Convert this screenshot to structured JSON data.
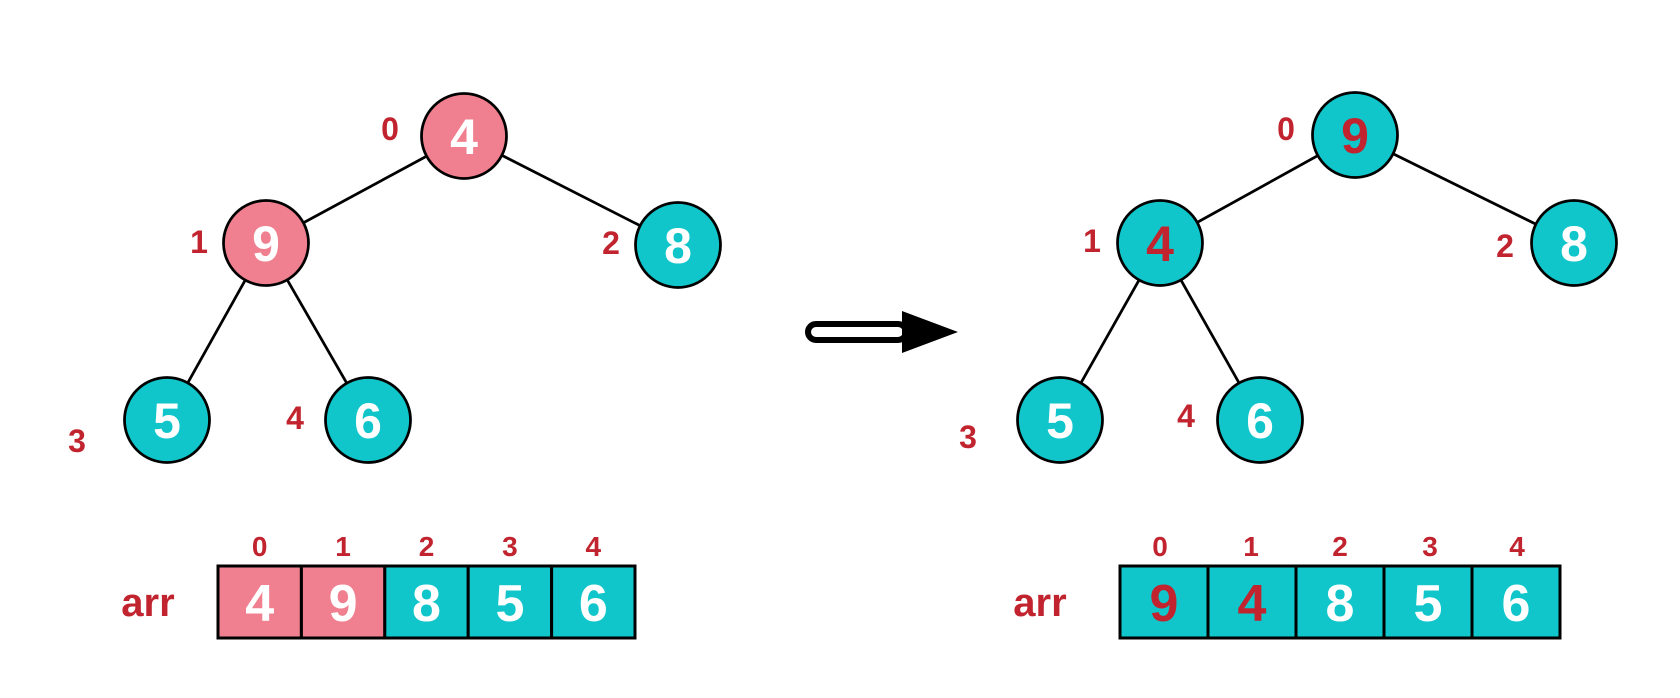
{
  "colors": {
    "pink": "#F0808F",
    "teal": "#10C6CA",
    "red": "#C1242F",
    "white": "#FFFFFF",
    "black": "#000000"
  },
  "left_tree": {
    "nodes": [
      {
        "index": "0",
        "value": "4",
        "fill": "#F0808F",
        "text_color": "#FFFFFF"
      },
      {
        "index": "1",
        "value": "9",
        "fill": "#F0808F",
        "text_color": "#FFFFFF"
      },
      {
        "index": "2",
        "value": "8",
        "fill": "#10C6CA",
        "text_color": "#FFFFFF"
      },
      {
        "index": "3",
        "value": "5",
        "fill": "#10C6CA",
        "text_color": "#FFFFFF"
      },
      {
        "index": "4",
        "value": "6",
        "fill": "#10C6CA",
        "text_color": "#FFFFFF"
      }
    ]
  },
  "right_tree": {
    "nodes": [
      {
        "index": "0",
        "value": "9",
        "fill": "#10C6CA",
        "text_color": "#C1242F"
      },
      {
        "index": "1",
        "value": "4",
        "fill": "#10C6CA",
        "text_color": "#C1242F"
      },
      {
        "index": "2",
        "value": "8",
        "fill": "#10C6CA",
        "text_color": "#FFFFFF"
      },
      {
        "index": "3",
        "value": "5",
        "fill": "#10C6CA",
        "text_color": "#FFFFFF"
      },
      {
        "index": "4",
        "value": "6",
        "fill": "#10C6CA",
        "text_color": "#FFFFFF"
      }
    ]
  },
  "left_array": {
    "label": "arr",
    "indices": [
      "0",
      "1",
      "2",
      "3",
      "4"
    ],
    "cells": [
      {
        "value": "4",
        "fill": "#F0808F",
        "text_color": "#FFFFFF"
      },
      {
        "value": "9",
        "fill": "#F0808F",
        "text_color": "#FFFFFF"
      },
      {
        "value": "8",
        "fill": "#10C6CA",
        "text_color": "#FFFFFF"
      },
      {
        "value": "5",
        "fill": "#10C6CA",
        "text_color": "#FFFFFF"
      },
      {
        "value": "6",
        "fill": "#10C6CA",
        "text_color": "#FFFFFF"
      }
    ]
  },
  "right_array": {
    "label": "arr",
    "indices": [
      "0",
      "1",
      "2",
      "3",
      "4"
    ],
    "cells": [
      {
        "value": "9",
        "fill": "#10C6CA",
        "text_color": "#C1242F"
      },
      {
        "value": "4",
        "fill": "#10C6CA",
        "text_color": "#C1242F"
      },
      {
        "value": "8",
        "fill": "#10C6CA",
        "text_color": "#FFFFFF"
      },
      {
        "value": "5",
        "fill": "#10C6CA",
        "text_color": "#FFFFFF"
      },
      {
        "value": "6",
        "fill": "#10C6CA",
        "text_color": "#FFFFFF"
      }
    ]
  }
}
